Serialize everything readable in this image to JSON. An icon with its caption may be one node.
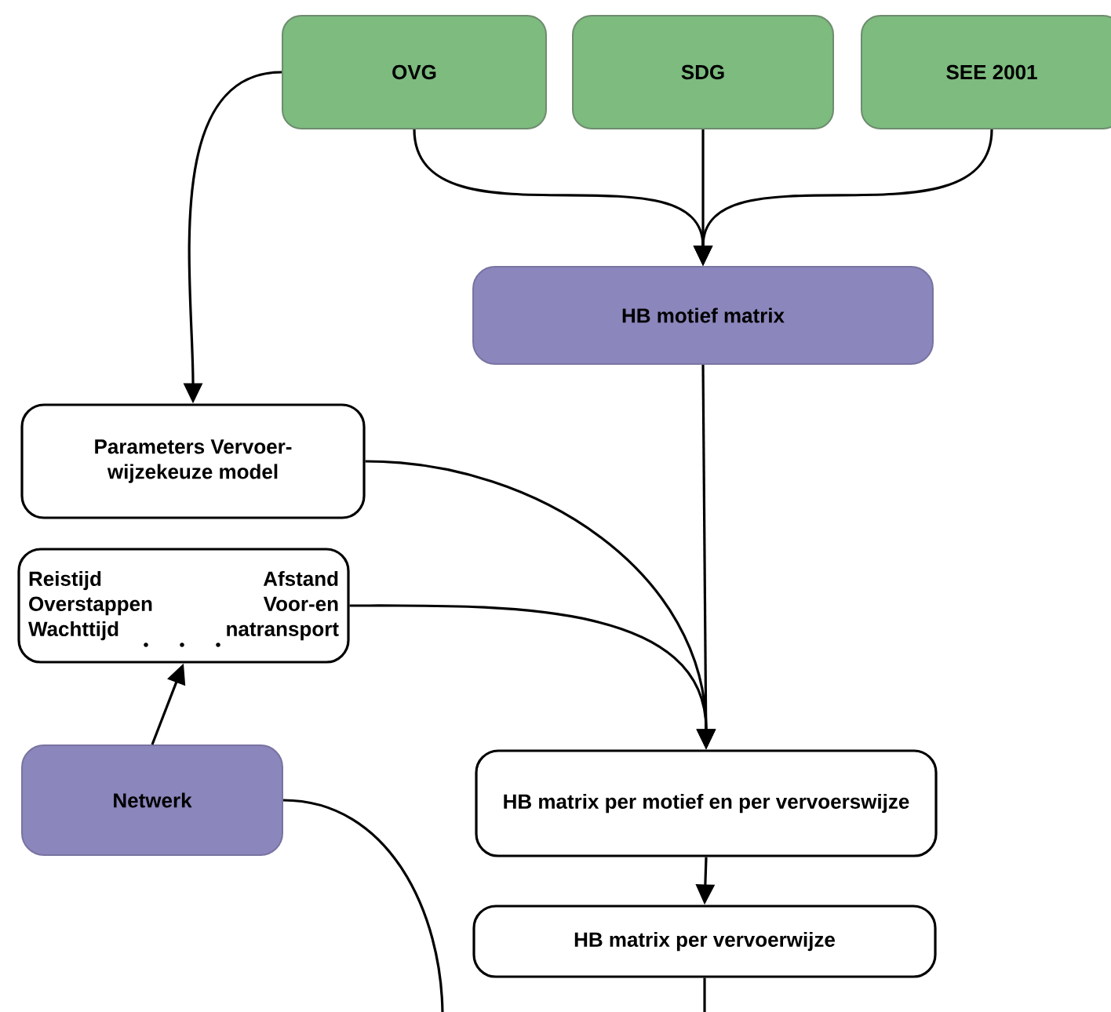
{
  "diagram": {
    "nodes": [
      {
        "text": [
          "OVG"
        ]
      },
      {
        "text": [
          "SDG"
        ]
      },
      {
        "text": [
          "SEE 2001"
        ]
      },
      {
        "text": [
          "HB motief matrix"
        ]
      },
      {
        "text": [
          "Parameters Vervoer- wijzekeuze model"
        ]
      },
      {
        "text": [
          "Reistijd Overstappen Wachttijd",
          "Afstand Voor-en natransport"
        ]
      },
      {
        "text": [
          "Netwerk"
        ]
      },
      {
        "text": [
          "HB matrix per motief en per vervoerswijze"
        ]
      },
      {
        "text": [
          "HB matrix per vervoerwijze"
        ]
      }
    ],
    "edges": [
      {
        "from": 0,
        "to": 3,
        "arrow": "to"
      },
      {
        "from": 1,
        "to": 3,
        "arrow": "to"
      },
      {
        "from": 2,
        "to": 3,
        "arrow": "to"
      },
      {
        "from": 0,
        "to": 4,
        "arrow": "to"
      },
      {
        "from": 3,
        "to": 7,
        "arrow": "to"
      },
      {
        "from": 4,
        "to": 7,
        "arrow": "to"
      },
      {
        "from": 5,
        "to": 7,
        "arrow": "to"
      },
      {
        "from": 6,
        "to": 5,
        "arrow": "to"
      },
      {
        "from": 7,
        "to": 8,
        "arrow": "to"
      },
      {
        "from": 8,
        "to": null,
        "arrow": "none"
      },
      {
        "from": 6,
        "to": null,
        "arrow": "none"
      }
    ]
  }
}
